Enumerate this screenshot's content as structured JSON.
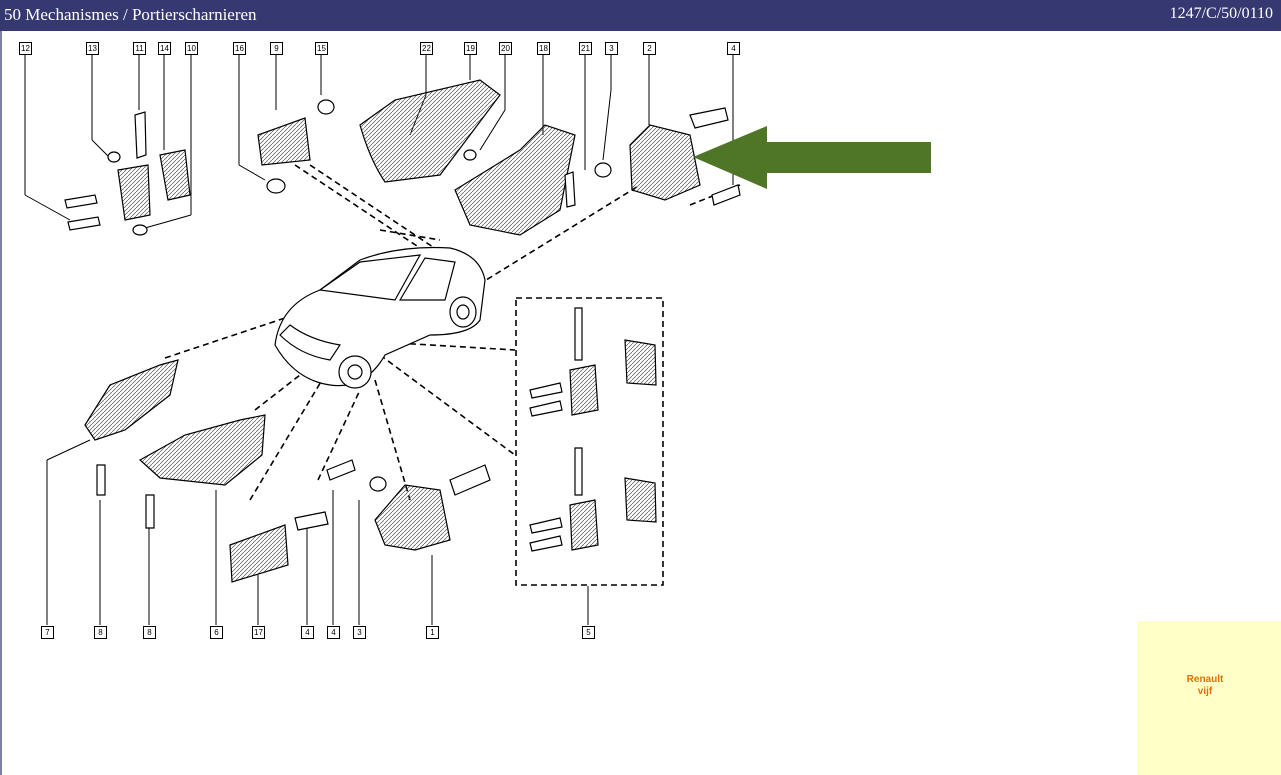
{
  "header": {
    "title": "50 Mechanismes / Portierscharnieren",
    "code": "1247/C/50/0110"
  },
  "callouts": [
    "12",
    "13",
    "11",
    "14",
    "10",
    "16",
    "9",
    "15",
    "22",
    "19",
    "20",
    "18",
    "21",
    "3",
    "2",
    "4",
    "7",
    "8",
    "8",
    "6",
    "17",
    "4",
    "4",
    "3",
    "1",
    "5"
  ],
  "highlight_arrow": {
    "color": "#4f7527",
    "points_to": "part-2"
  },
  "logo": {
    "brand": "Renault",
    "sub": "vijf"
  },
  "colors": {
    "header_bg": "#363872",
    "logo_bg": "#ffffc8",
    "logo_text": "#e07000"
  }
}
